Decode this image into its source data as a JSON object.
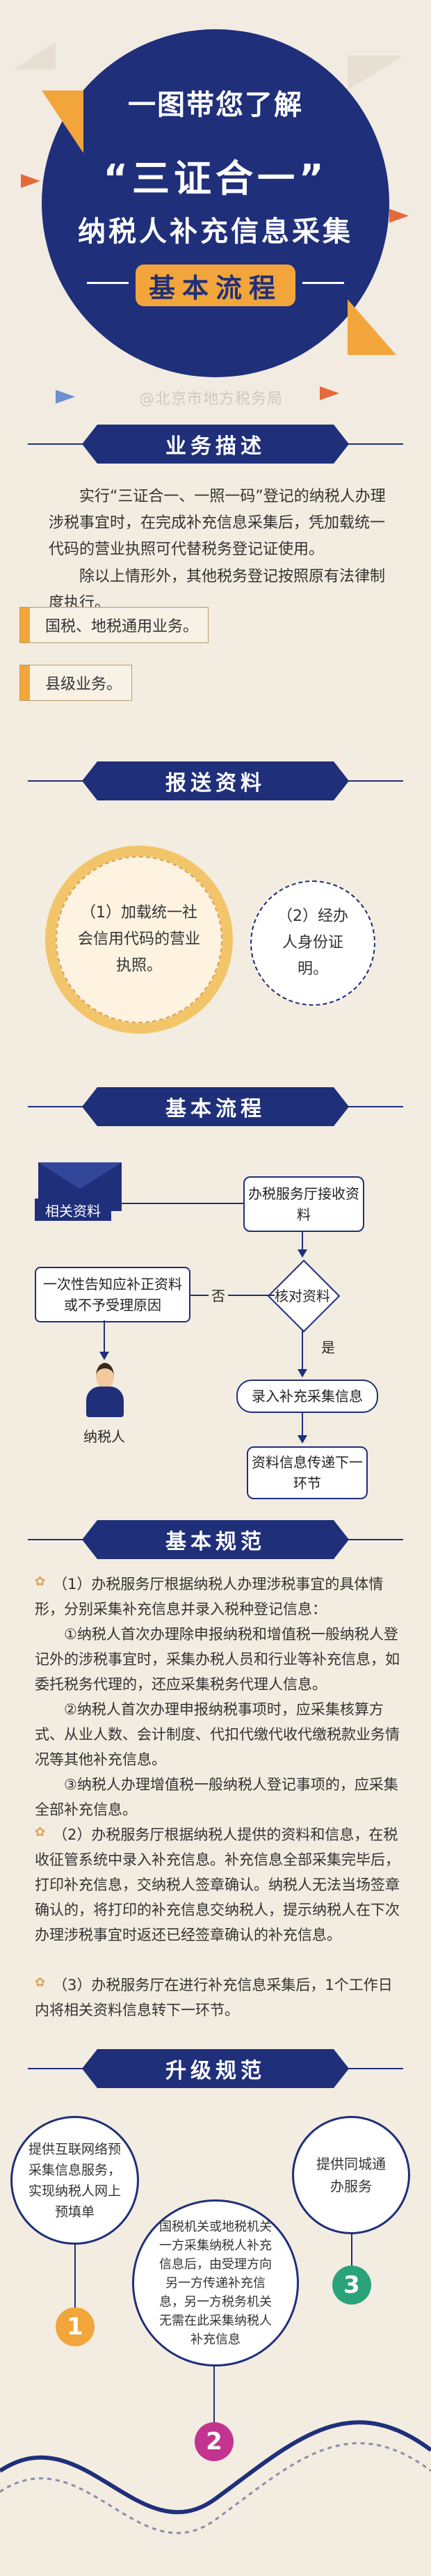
{
  "hero": {
    "line1": "一图带您了解",
    "line2": "“三证合一”",
    "line3": "纳税人补充信息采集",
    "badge": "基本流程"
  },
  "watermark": "@北京市地方税务局",
  "sections": {
    "business": {
      "title": "业务描述",
      "paragraph1": "实行“三证合一、一照一码”登记的纳税人办理涉税事宜时，在完成补充信息采集后，凭加载统一代码的营业执照可代替税务登记证使用。",
      "paragraph2": "除以上情形外，其他税务登记按照原有法律制度执行。",
      "tag1": "国税、地税通用业务。",
      "tag2": "县级业务。"
    },
    "materials": {
      "title": "报送资料",
      "item1": "（1）加载统一社会信用代码的营业执照。",
      "item2": "（2）经办人身份证明。"
    },
    "process": {
      "title": "基本流程",
      "materials_label": "相关资料",
      "receive": "办税服务厅接收资料",
      "check": "核对资料",
      "no_label": "否",
      "yes_label": "是",
      "reject": "一次性告知应补正资料或不予受理原因",
      "taxpayer": "纳税人",
      "entry": "录入补充采集信息",
      "transfer": "资料信息传递下一环节"
    },
    "rules": {
      "title": "基本规范",
      "p1": "（1）办税服务厅根据纳税人办理涉税事宜的具体情形，分别采集补充信息并录入税种登记信息：",
      "p1a": "①纳税人首次办理除申报纳税和增值税一般纳税人登记外的涉税事宜时，采集办税人员和行业等补充信息，如委托税务代理的，还应采集税务代理人信息。",
      "p1b": "②纳税人首次办理申报纳税事项时，应采集核算方式、从业人数、会计制度、代扣代缴代收代缴税款业务情况等其他补充信息。",
      "p1c": "③纳税人办理增值税一般纳税人登记事项的，应采集全部补充信息。",
      "p2": "（2）办税服务厅根据纳税人提供的资料和信息，在税收征管系统中录入补充信息。补充信息全部采集完毕后，打印补充信息，交纳税人签章确认。纳税人无法当场签章确认的，将打印的补充信息交纳税人，提示纳税人在下次办理涉税事宜时返还已经签章确认的补充信息。",
      "p3": "（3）办税服务厅在进行补充信息采集后，1个工作日内将相关资料信息转下一环节。"
    },
    "upgrade": {
      "title": "升级规范",
      "item1": "提供互联网络预采集信息服务，实现纳税人网上预填单",
      "item2": "国税机关或地税机关一方采集纳税人补充信息后，由受理方向另一方传递补充信息，另一方税务机关无需在此采集纳税人补充信息",
      "item3": "提供同城通办服务",
      "num1": "1",
      "num2": "2",
      "num3": "3"
    }
  },
  "colors": {
    "navy": "#1f2f7a",
    "orange": "#f2a53a",
    "pin1": "#f2a53a",
    "pin2": "#c2348f",
    "pin3": "#2aa37a"
  }
}
